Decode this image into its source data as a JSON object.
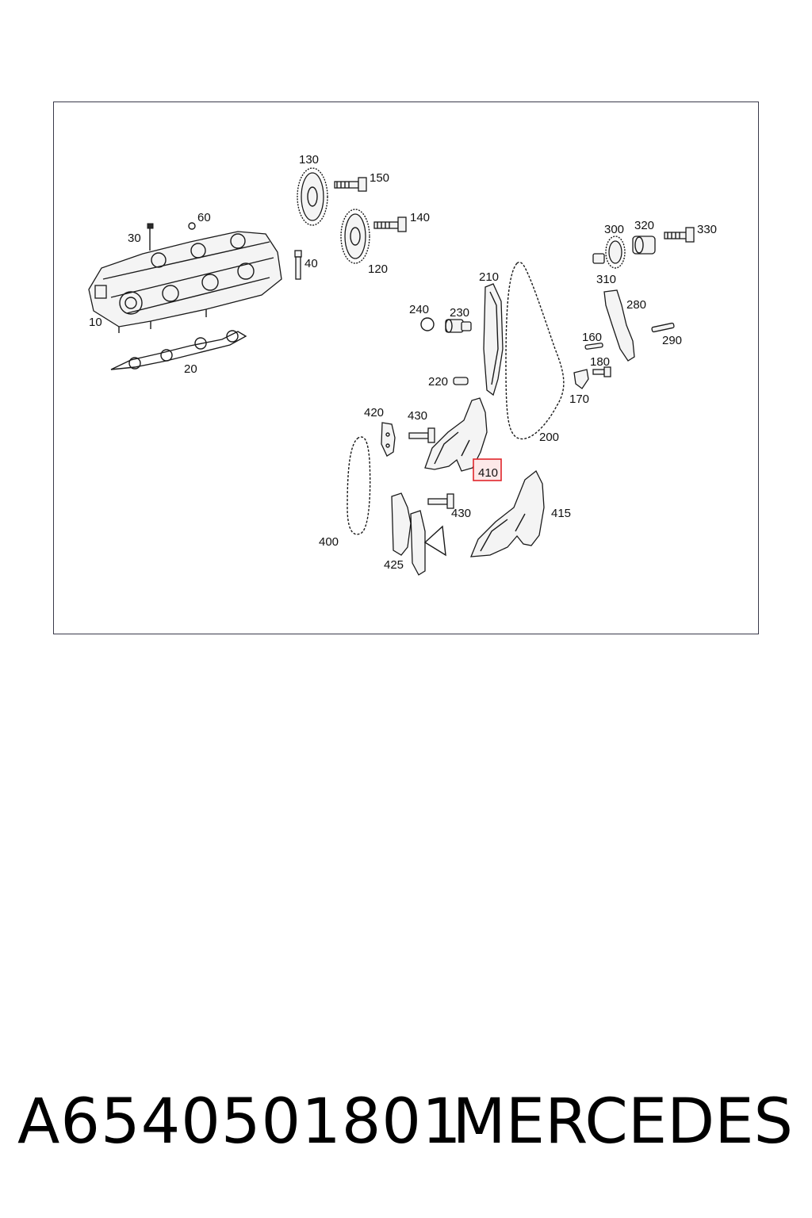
{
  "callouts": {
    "c10": "10",
    "c20": "20",
    "c30": "30",
    "c40": "40",
    "c60": "60",
    "c120": "120",
    "c130": "130",
    "c140": "140",
    "c150": "150",
    "c160": "160",
    "c170": "170",
    "c180": "180",
    "c200": "200",
    "c210": "210",
    "c220": "220",
    "c230": "230",
    "c240": "240",
    "c280": "280",
    "c290": "290",
    "c300": "300",
    "c310": "310",
    "c320": "320",
    "c330": "330",
    "c400": "400",
    "c410": "410",
    "c415": "415",
    "c420": "420",
    "c425": "425",
    "c430a": "430",
    "c430b": "430"
  },
  "highlight": {
    "color": "#e0262b",
    "fill": "#fde8e8"
  },
  "caption": {
    "part_number": "A6540501801",
    "brand": "MERCEDES"
  }
}
